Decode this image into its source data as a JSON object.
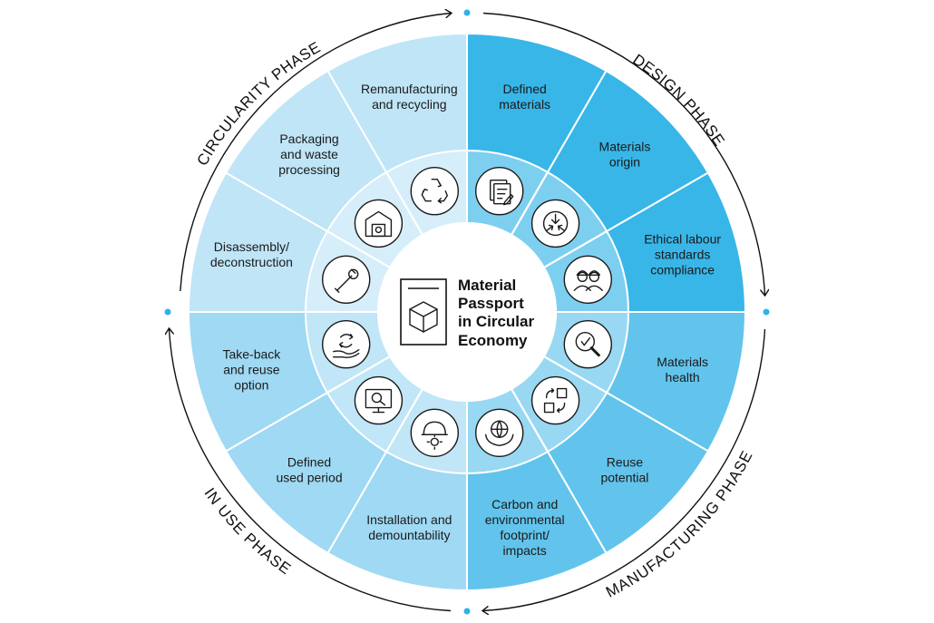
{
  "center": {
    "title_lines": [
      "Material",
      "Passport",
      "in Circular",
      "Economy"
    ],
    "icon": "passport-cube-icon"
  },
  "phases": [
    {
      "key": "design",
      "label": "DESIGN PHASE"
    },
    {
      "key": "manufacturing",
      "label": "MANUFACTURING PHASE"
    },
    {
      "key": "in_use",
      "label": "IN USE PHASE"
    },
    {
      "key": "circularity",
      "label": "CIRCULARITY PHASE"
    }
  ],
  "segments": [
    {
      "lines": [
        "Defined",
        "materials"
      ],
      "icon": "document-edit-icon",
      "color": "#38b6e8"
    },
    {
      "lines": [
        "Materials",
        "origin"
      ],
      "icon": "origin-arrows-icon",
      "color": "#38b6e8"
    },
    {
      "lines": [
        "Ethical labour",
        "standards",
        "compliance"
      ],
      "icon": "workers-icon",
      "color": "#38b6e8"
    },
    {
      "lines": [
        "Materials",
        "health"
      ],
      "icon": "magnifier-check-icon",
      "color": "#62c4ec"
    },
    {
      "lines": [
        "Reuse",
        "potential"
      ],
      "icon": "reuse-blocks-icon",
      "color": "#62c4ec"
    },
    {
      "lines": [
        "Carbon and",
        "environmental",
        "footprint/",
        "impacts"
      ],
      "icon": "globe-hands-icon",
      "color": "#62c4ec"
    },
    {
      "lines": [
        "Installation and",
        "demountability"
      ],
      "icon": "helmet-gear-icon",
      "color": "#9fd9f3"
    },
    {
      "lines": [
        "Defined",
        "used period"
      ],
      "icon": "monitor-search-icon",
      "color": "#9fd9f3"
    },
    {
      "lines": [
        "Take-back",
        "and reuse",
        "option"
      ],
      "icon": "hand-recycle-icon",
      "color": "#9fd9f3"
    },
    {
      "lines": [
        "Disassembly/",
        "deconstruction"
      ],
      "icon": "wrench-icon",
      "color": "#bfe5f7"
    },
    {
      "lines": [
        "Packaging",
        "and waste",
        "processing"
      ],
      "icon": "warehouse-icon",
      "color": "#bfe5f7"
    },
    {
      "lines": [
        "Remanufacturing",
        "and recycling"
      ],
      "icon": "recycle-icon",
      "color": "#bfe5f7"
    }
  ],
  "accent_dot_color": "#2fb2e8"
}
